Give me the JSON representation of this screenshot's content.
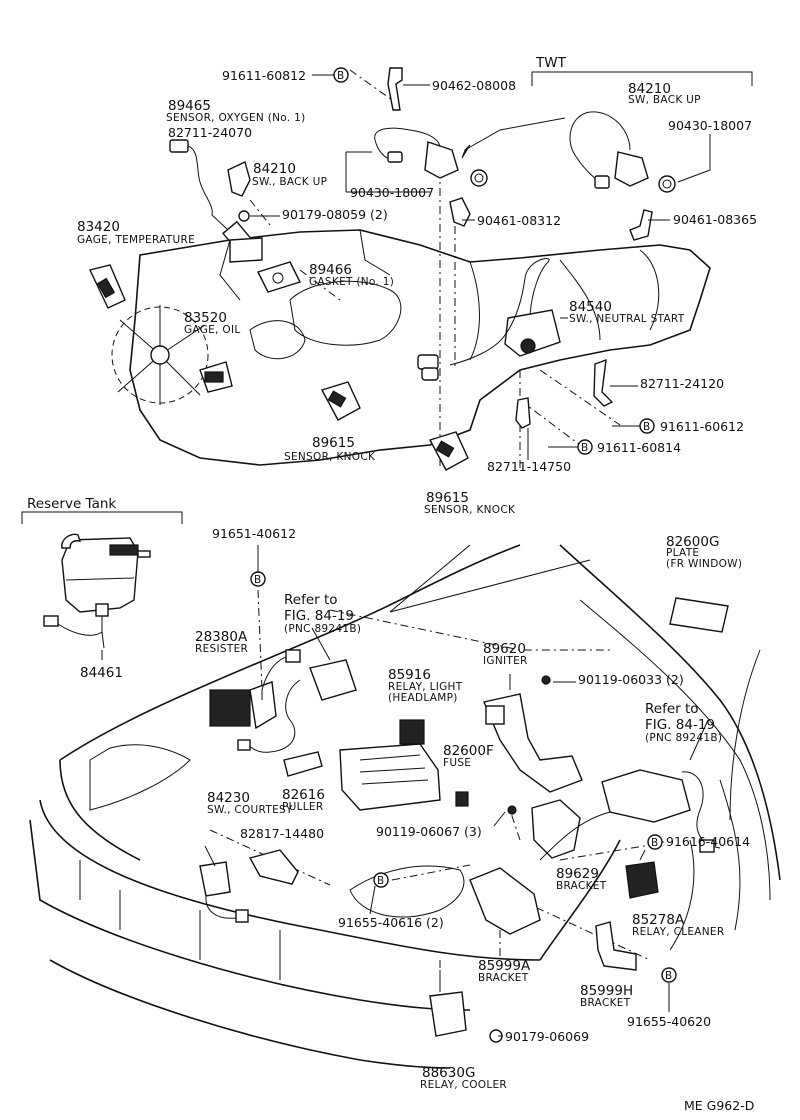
{
  "header": {
    "variant": "TWT"
  },
  "footer": {
    "code": "ME  G962-D"
  },
  "reserve_tank": {
    "title": "Reserve Tank"
  },
  "refs": {
    "ref1": {
      "line1": "Refer to",
      "line2": "FIG. 84-19",
      "line3": "(PNC 89241B)"
    },
    "ref2": {
      "line1": "Refer to",
      "line2": "FIG. 84-19",
      "line3": "(PNC 89241B)"
    }
  },
  "parts": {
    "p91611_60812": "91611-60812",
    "p90462_08008": "90462-08008",
    "p89465": "89465",
    "d89465": "SENSOR, OXYGEN (No. 1)",
    "p82711_24070": "82711-24070",
    "p84210a": "84210",
    "d84210a": "SW., BACK UP",
    "p90430_18007a": "90430-18007",
    "p84210b": "84210",
    "d84210b": "SW, BACK UP",
    "p90430_18007b": "90430-18007",
    "p90179_08059": "90179-08059 (2)",
    "p90461_08312": "90461-08312",
    "p90461_08365": "90461-08365",
    "p83420": "83420",
    "d83420": "GAGE, TEMPERATURE",
    "p89466": "89466",
    "d89466": "GASKET (No. 1)",
    "p83520": "83520",
    "d83520": "GAGE, OIL",
    "p84540": "84540",
    "d84540": "SW., NEUTRAL START",
    "p82711_24120": "82711-24120",
    "p91611_60612": "91611-60612",
    "p89615a": "89615",
    "d89615a": "SENSOR, KNOCK",
    "p91611_60814": "91611-60814",
    "p82711_14750": "82711-14750",
    "p89615b": "89615",
    "d89615b": "SENSOR, KNOCK",
    "p84461": "84461",
    "p91651_40612": "91651-40612",
    "p82600G": "82600G",
    "d82600G_1": "PLATE",
    "d82600G_2": "(FR WINDOW)",
    "p28380A": "28380A",
    "d28380A": "RESISTER",
    "p89620": "89620",
    "d89620": "IGNITER",
    "p85916": "85916",
    "d85916_1": "RELAY, LIGHT",
    "d85916_2": "(HEADLAMP)",
    "p90119_06033": "90119-06033 (2)",
    "p82600F": "82600F",
    "d82600F": "FUSE",
    "p82616": "82616",
    "d82616": "PULLER",
    "p84230": "84230",
    "d84230": "SW., COURTESY",
    "p82817_14480": "82817-14480",
    "p90119_06067": "90119-06067 (3)",
    "p91616_40614": "91616-40614",
    "p89629": "89629",
    "d89629": "BRACKET",
    "p91655_40616": "91655-40616 (2)",
    "p85278A": "85278A",
    "d85278A": "RELAY, CLEANER",
    "p85999A": "85999A",
    "d85999A": "BRACKET",
    "p85999H": "85999H",
    "d85999H": "BRACKET",
    "p91655_40620": "91655-40620",
    "p90179_06069": "90179-06069",
    "p88630G": "88630G",
    "d88630G": "RELAY, COOLER"
  },
  "badge": "B"
}
